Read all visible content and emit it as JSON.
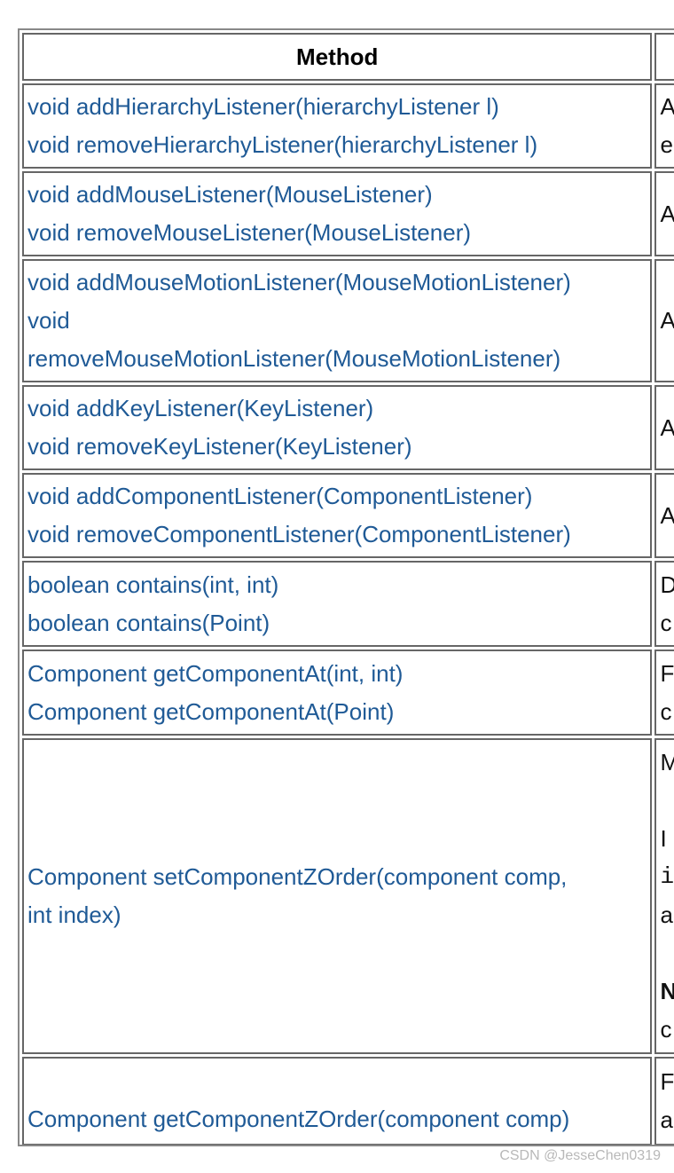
{
  "table": {
    "header": {
      "method": "Method"
    },
    "rows": [
      {
        "lines": [
          "void addHierarchyListener(hierarchyListener l)",
          "void removeHierarchyListener(hierarchyListener l)"
        ],
        "purpose": [
          "A",
          "e"
        ]
      },
      {
        "lines": [
          "void addMouseListener(MouseListener)",
          "void removeMouseListener(MouseListener)"
        ],
        "purpose": [
          "A"
        ]
      },
      {
        "lines": [
          "void addMouseMotionListener(MouseMotionListener)",
          "void",
          "removeMouseMotionListener(MouseMotionListener)"
        ],
        "purpose": [
          "A"
        ]
      },
      {
        "lines": [
          "void addKeyListener(KeyListener)",
          "void removeKeyListener(KeyListener)"
        ],
        "purpose": [
          "A"
        ]
      },
      {
        "lines": [
          "void addComponentListener(ComponentListener)",
          "void removeComponentListener(ComponentListener)"
        ],
        "purpose": [
          "A"
        ]
      },
      {
        "lines": [
          "boolean contains(int, int)",
          "boolean contains(Point)"
        ],
        "purpose": [
          "D",
          "c"
        ]
      },
      {
        "lines": [
          "Component getComponentAt(int, int)",
          "Component getComponentAt(Point)"
        ],
        "purpose": [
          "F",
          "c"
        ]
      },
      {
        "lines": [
          "Component setComponentZOrder(component comp,",
          "int index)"
        ],
        "purpose": [
          "M",
          "",
          "I",
          "i",
          "a",
          "",
          "N",
          "c"
        ]
      },
      {
        "lines": [
          "",
          "Component getComponentZOrder(component comp)"
        ],
        "purpose": [
          "F",
          "a"
        ]
      }
    ]
  },
  "watermark": "CSDN @JesseChen0319"
}
